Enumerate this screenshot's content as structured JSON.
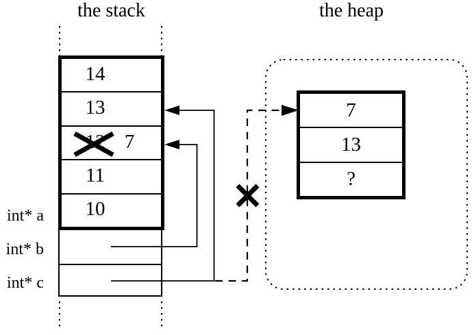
{
  "titles": {
    "stack": "the stack",
    "heap": "the heap"
  },
  "stack_box": {
    "cells": [
      {
        "value": "14"
      },
      {
        "value": "13"
      },
      {
        "crossed_value": "12",
        "new_value": "7"
      },
      {
        "value": "11"
      },
      {
        "value": "10"
      }
    ]
  },
  "pointer_vars": [
    {
      "label": "int* a"
    },
    {
      "label": "int* b"
    },
    {
      "label": "int* c"
    }
  ],
  "heap_box": {
    "cells": [
      {
        "value": "7"
      },
      {
        "value": "13"
      },
      {
        "value": "?"
      }
    ]
  },
  "icons": {
    "arrowhead": "solid-triangle-arrow",
    "crossout": "x-cross-mark"
  },
  "colors": {
    "ink": "#000000",
    "background": "#ffffff"
  }
}
